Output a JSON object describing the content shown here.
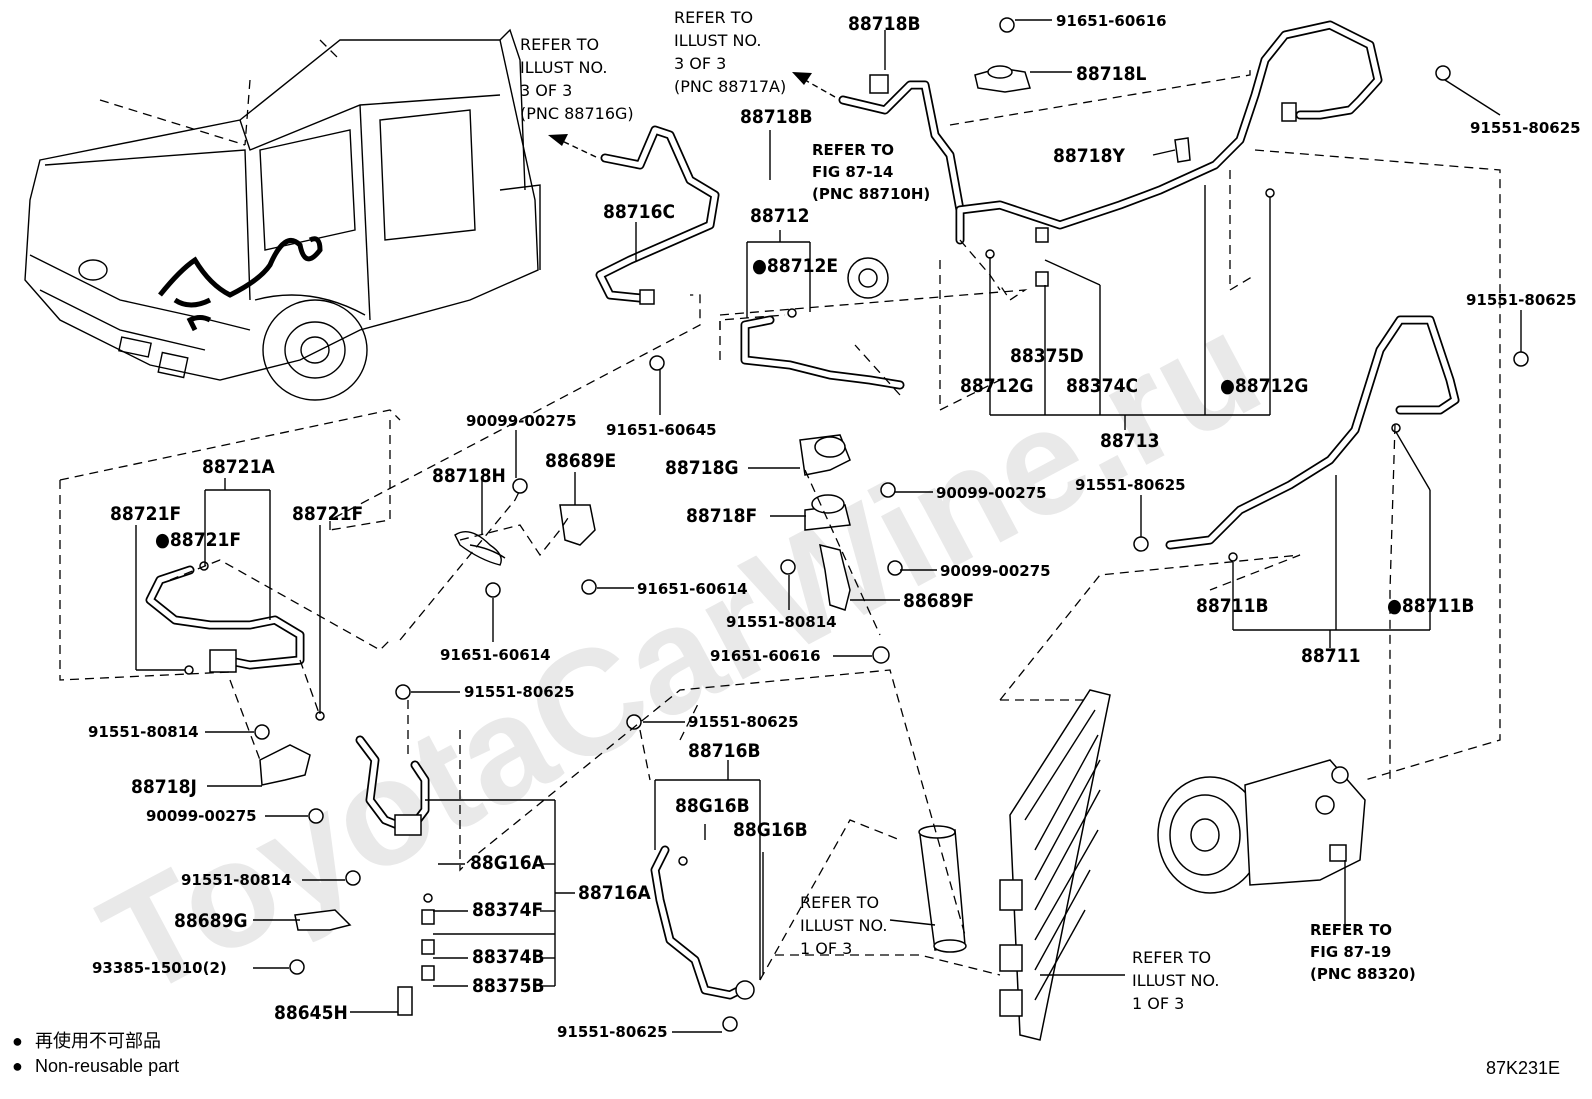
{
  "watermark": "ToyotaCarWine.ru",
  "diagram_code": "87K231E",
  "legend": {
    "symbol": "●",
    "line_jp": "再使用不可部品",
    "line_en": "Non-reusable part"
  },
  "refer_notes": [
    {
      "line1": "REFER TO",
      "line2": "ILLUST NO.",
      "line3": "3 OF 3",
      "line4": "(PNC 88716G)"
    },
    {
      "line1": "REFER TO",
      "line2": "ILLUST NO.",
      "line3": "3 OF 3",
      "line4": "(PNC 88717A)"
    },
    {
      "line1": "REFER TO",
      "line2": "FIG 87-14",
      "line3": "(PNC 88710H)"
    },
    {
      "line1": "REFER TO",
      "line2": "ILLUST NO.",
      "line3": "1 OF 3"
    },
    {
      "line1": "REFER TO",
      "line2": "ILLUST NO.",
      "line3": "1 OF 3"
    },
    {
      "line1": "REFER TO",
      "line2": "FIG 87-19",
      "line3": "(PNC 88320)"
    }
  ],
  "labels": {
    "p88718B_top": "88718B",
    "p91651_60616_top": "91651-60616",
    "p88718L": "88718L",
    "p91551_80625_tr": "91551-80625",
    "p88718Y": "88718Y",
    "p88718B_mid": "88718B",
    "p88716C": "88716C",
    "p88712": "88712",
    "p88712E": "●88712E",
    "p88375D": "88375D",
    "p88712G": "88712G",
    "p88374C": "88374C",
    "p88712G_nr": "●88712G",
    "p88713": "88713",
    "p91551_80625_r": "91551-80625",
    "p91651_60645": "91651-60645",
    "p90099_00275_a": "90099-00275",
    "p88721A": "88721A",
    "p88721F_l": "88721F",
    "p88721F_nr": "●88721F",
    "p88721F_r": "88721F",
    "p88718H": "88718H",
    "p88689E": "88689E",
    "p88718G": "88718G",
    "p90099_00275_b": "90099-00275",
    "p91551_80625_m": "91551-80625",
    "p88718F": "88718F",
    "p90099_00275_c": "90099-00275",
    "p91651_60614_a": "91651-60614",
    "p91551_80814_a": "91551-80814",
    "p88689F": "88689F",
    "p91651_60614_b": "91651-60614",
    "p91651_60616_b": "91651-60616",
    "p88711B": "88711B",
    "p88711B_nr": "●88711B",
    "p88711": "88711",
    "p91551_80625_c": "91551-80625",
    "p91551_80814_b": "91551-80814",
    "p91551_80625_d": "91551-80625",
    "p88716B": "88716B",
    "p88718J": "88718J",
    "p88G16B_l": "88G16B",
    "p88G16B_r": "88G16B",
    "p90099_00275_d": "90099-00275",
    "p88G16A": "88G16A",
    "p91551_80814_c": "91551-80814",
    "p88374F": "88374F",
    "p88716A": "88716A",
    "p88689G": "88689G",
    "p88374B": "88374B",
    "p93385_15010": "93385-15010(2)",
    "p88375B": "88375B",
    "p88645H": "88645H",
    "p91551_80625_e": "91551-80625"
  }
}
